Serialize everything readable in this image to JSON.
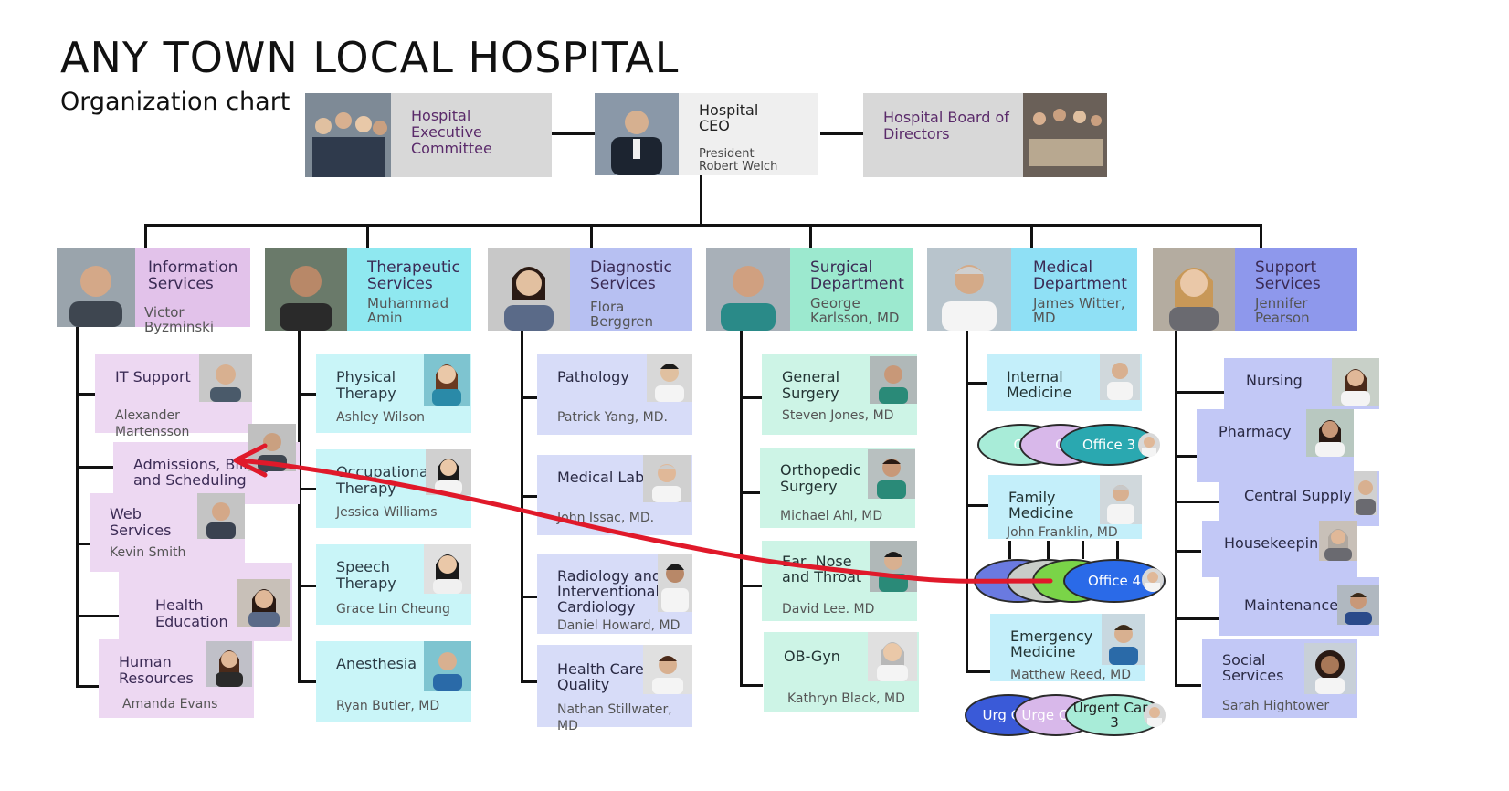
{
  "title": "ANY TOWN LOCAL HOSPITAL",
  "subtitle": "Organization chart",
  "top": {
    "executive": {
      "label": "Hospital Executive Committee"
    },
    "ceo": {
      "label_line1": "Hospital",
      "label_line2": "CEO",
      "role": "President",
      "name": "Robert Welch"
    },
    "board": {
      "label": "Hospital Board of Directors"
    }
  },
  "departments": [
    {
      "label": "Information Services",
      "head": "Victor Byzminski"
    },
    {
      "label": "Therapeutic Services",
      "head": "Muhammad Amin"
    },
    {
      "label": "Diagnostic Services",
      "head": "Flora Berggren"
    },
    {
      "label": "Surgical Department",
      "head": "George Karlsson, MD"
    },
    {
      "label": "Medical Department",
      "head": "James Witter, MD"
    },
    {
      "label": "Support Services",
      "head": "Jennifer Pearson"
    }
  ],
  "info_units": [
    {
      "label": "IT Support",
      "name": "Alexander Martensson"
    },
    {
      "label": "Admissions, Billing and Scheduling",
      "name": ""
    },
    {
      "label": "Web Services",
      "name": "Kevin Smith"
    },
    {
      "label": "Health Education",
      "name": ""
    },
    {
      "label": "Human Resources",
      "name": "Amanda Evans"
    }
  ],
  "therapeutic_units": [
    {
      "label": "Physical Therapy",
      "name": "Ashley Wilson"
    },
    {
      "label": "Occupational Therapy",
      "name": "Jessica Williams"
    },
    {
      "label": "Speech Therapy",
      "name": "Grace Lin Cheung"
    },
    {
      "label": "Anesthesia",
      "name": "Ryan Butler, MD"
    }
  ],
  "diagnostic_units": [
    {
      "label": "Pathology",
      "name": "Patrick Yang, MD."
    },
    {
      "label": "Medical Lab",
      "name": "John Issac, MD."
    },
    {
      "label": "Radiology and Interventional Cardiology",
      "name": "Daniel Howard, MD"
    },
    {
      "label": "Health Care Quality",
      "name": "Nathan Stillwater, MD"
    }
  ],
  "surgical_units": [
    {
      "label": "General Surgery",
      "name": "Steven Jones, MD"
    },
    {
      "label": "Orthopedic Surgery",
      "name": "Michael Ahl, MD"
    },
    {
      "label": "Ear, Nose and Throat",
      "name": "David Lee. MD"
    },
    {
      "label": "OB-Gyn",
      "name": "Kathryn Black, MD"
    }
  ],
  "medical_units": [
    {
      "label": "Internal Medicine",
      "name": ""
    },
    {
      "label": "Family Medicine",
      "name": "John Franklin, MD"
    },
    {
      "label": "Emergency Medicine",
      "name": "Matthew Reed, MD"
    }
  ],
  "offices": {
    "row1": [
      "Of",
      "O",
      "Office 3"
    ],
    "row2": [
      "O",
      "",
      "",
      "Office 4"
    ],
    "row3": [
      "Urg Car",
      "Urge Care",
      "Urgent Care 3"
    ]
  },
  "support_units": [
    {
      "label": "Nursing"
    },
    {
      "label": "Pharmacy"
    },
    {
      "label": "Central Supply"
    },
    {
      "label": "Housekeeping"
    },
    {
      "label": "Maintenance"
    },
    {
      "label": "Social Services",
      "name": "Sarah Hightower"
    }
  ],
  "colors": {
    "info": "#e2c2ea",
    "therapeutic": "#8fe8f0",
    "diagnostic": "#b7c0f2",
    "surgical": "#9ce9cf",
    "medical": "#8fe0f5",
    "support": "#8e98ec",
    "arrow": "#e0192a"
  }
}
